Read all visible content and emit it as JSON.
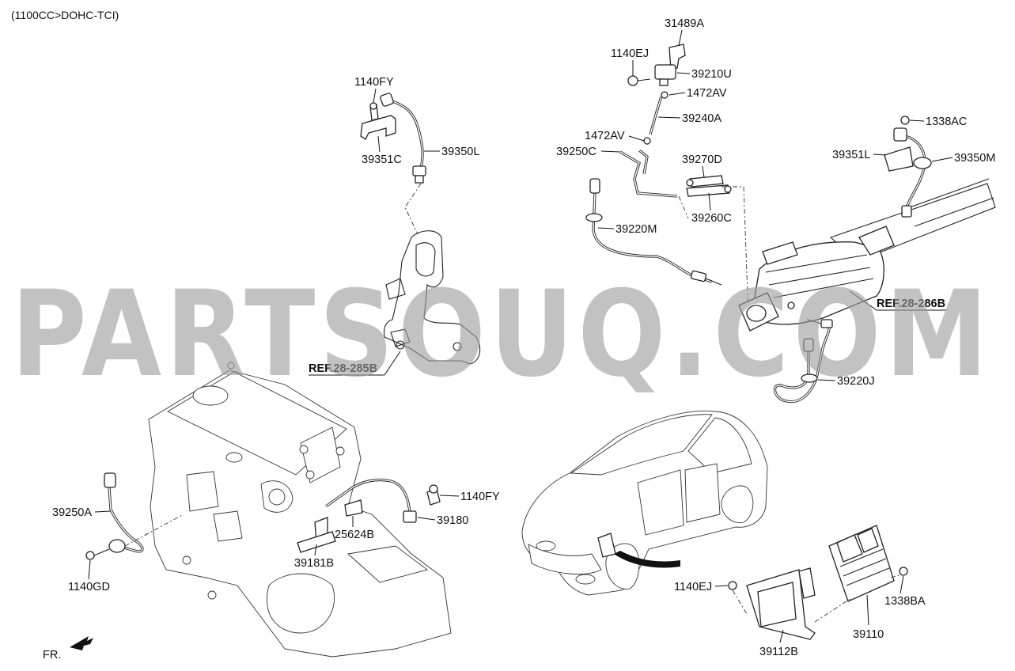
{
  "header": {
    "variant": "(1100CC>DOHC-TCI)"
  },
  "watermark": {
    "text": "PARTSOUQ.COM"
  },
  "orientation": {
    "label": "FR."
  },
  "references": {
    "ref_285b": "REF.28-285B",
    "ref_286b": "REF.28-286B"
  },
  "parts": {
    "p_31489A": "31489A",
    "p_1140EJ_top": "1140EJ",
    "p_39210U": "39210U",
    "p_1472AV_a": "1472AV",
    "p_39240A": "39240A",
    "p_1472AV_b": "1472AV",
    "p_39250C": "39250C",
    "p_39270D": "39270D",
    "p_39260C": "39260C",
    "p_39220M": "39220M",
    "p_1338AC": "1338AC",
    "p_39351L_right": "39351L",
    "p_39350M": "39350M",
    "p_39220J": "39220J",
    "p_1140FY_top": "1140FY",
    "p_39351C": "39351C",
    "p_39350L": "39350L",
    "p_39250A": "39250A",
    "p_1140GD": "1140GD",
    "p_1140FY_mid": "1140FY",
    "p_39180": "39180",
    "p_25624B": "25624B",
    "p_39181B": "39181B",
    "p_1140EJ_bottom": "1140EJ",
    "p_1338BA": "1338BA",
    "p_39110": "39110",
    "p_39112B": "39112B"
  }
}
